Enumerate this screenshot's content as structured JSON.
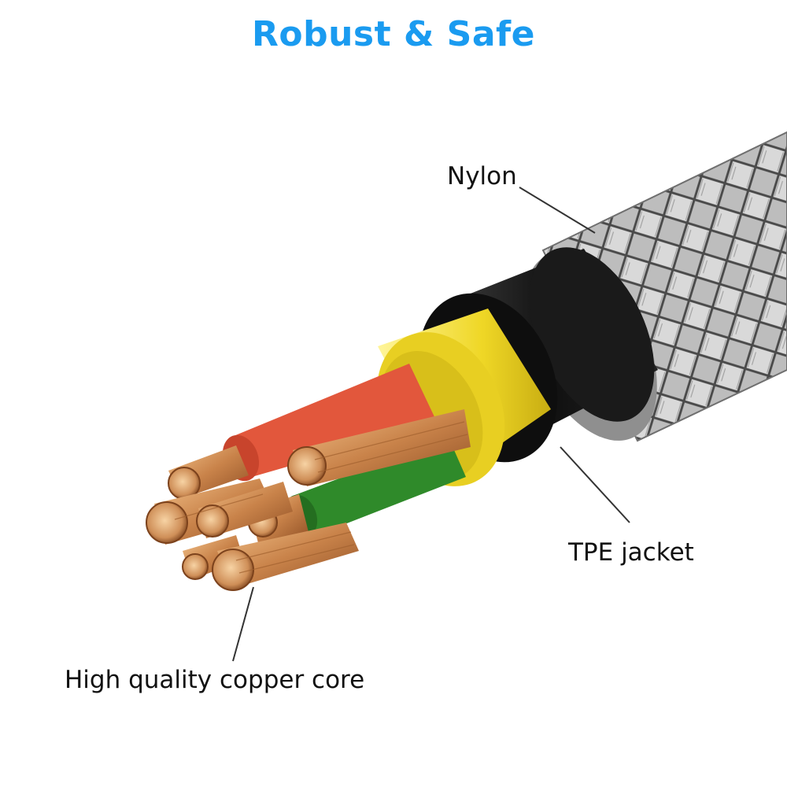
{
  "title": "Robust & Safe",
  "labels": {
    "nylon": "Nylon",
    "tpe_jacket": "TPE jacket",
    "copper_core": "High quality copper core"
  },
  "colors": {
    "title": "#1a9bf0",
    "nylon_braid": "#b9b9b9",
    "tpe_jacket": "#151515",
    "inner_sleeve": "#f2e233",
    "red_wire": "#e2573c",
    "green_wire": "#2f8a2a",
    "copper": "#c98a4e"
  }
}
